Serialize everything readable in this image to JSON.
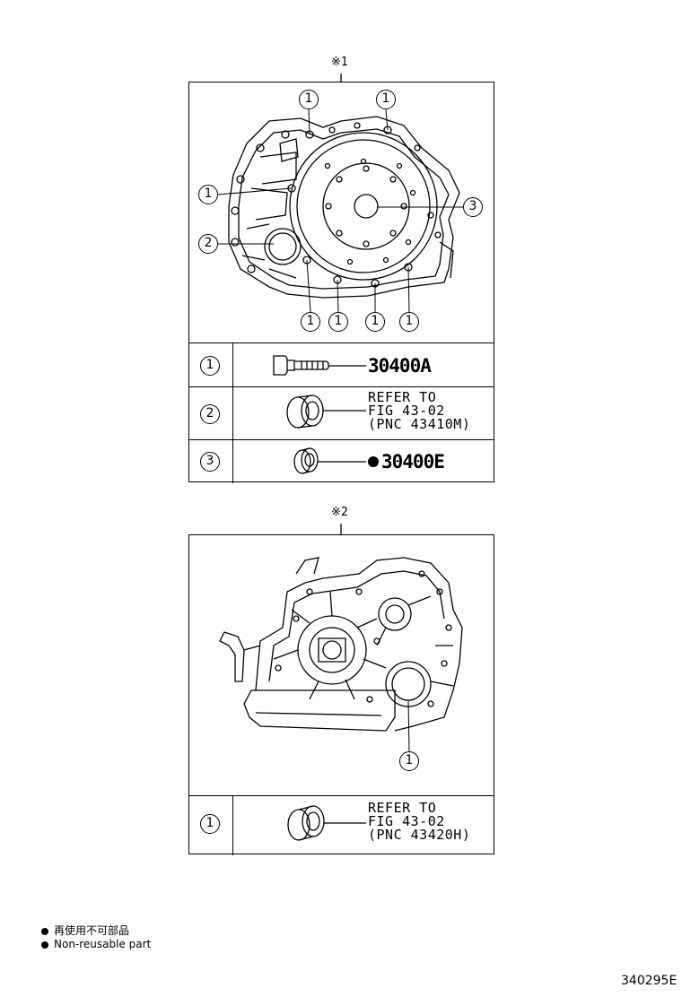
{
  "group1": {
    "mark": "※1",
    "callouts": [
      "1",
      "1",
      "1",
      "2",
      "3",
      "1",
      "1",
      "1",
      "1"
    ],
    "rows": [
      {
        "num": "1",
        "part": "30400A",
        "nonreusable": false
      },
      {
        "num": "2",
        "ref_lines": [
          "REFER TO",
          "FIG 43-02",
          "(PNC 43410M)"
        ]
      },
      {
        "num": "3",
        "part": "30400E",
        "nonreusable": true
      }
    ]
  },
  "group2": {
    "mark": "※2",
    "callouts": [
      "1"
    ],
    "rows": [
      {
        "num": "1",
        "ref_lines": [
          "REFER TO",
          "FIG 43-02",
          "(PNC 43420H)"
        ]
      }
    ]
  },
  "legend": {
    "japanese": "再使用不可部品",
    "english": "Non-reusable part"
  },
  "figure_number": "340295E"
}
